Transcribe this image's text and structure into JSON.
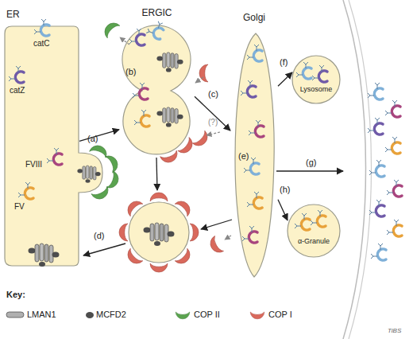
{
  "diagram": {
    "nodes": [
      {
        "text": [
          "ER"
        ]
      },
      {
        "text": [
          "ERGIC"
        ]
      },
      {
        "text": [
          "Golgi"
        ]
      },
      {
        "text": [
          "Lysosome"
        ]
      },
      {
        "text": [
          "α-Granule"
        ]
      }
    ],
    "edges": [
      {
        "from": 0,
        "to": 1,
        "arrow": "to"
      },
      {
        "from": 1,
        "to": 2,
        "arrow": "to"
      },
      {
        "from": 2,
        "to": 3,
        "arrow": "to"
      },
      {
        "from": 2,
        "to": 4,
        "arrow": "to"
      }
    ],
    "labels": [
      "catC",
      "catZ",
      "FVIII",
      "FV",
      "(a)",
      "(b)",
      "(c)",
      "(?)",
      "(d)",
      "(e)",
      "(f)",
      "(g)",
      "(h)",
      "Key:",
      "TiBS"
    ],
    "legend": [
      {
        "text": "LMAN1"
      },
      {
        "text": "MCFD2"
      },
      {
        "text": "COP II"
      },
      {
        "text": "COP I"
      }
    ]
  }
}
